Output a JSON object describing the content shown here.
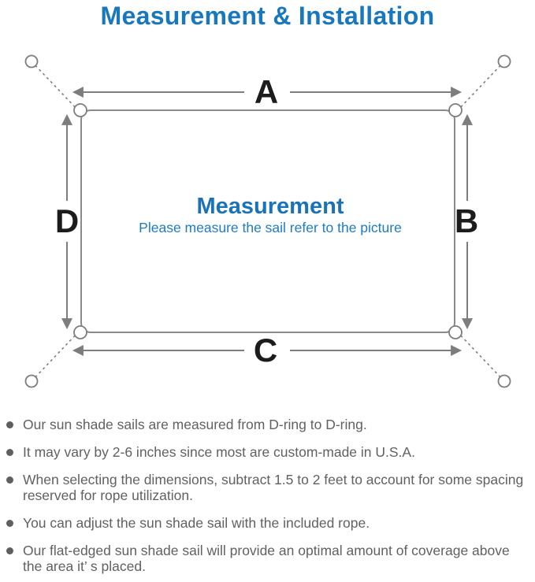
{
  "title": "Measurement & Installation",
  "diagram": {
    "dimension_labels": {
      "top": "A",
      "right": "B",
      "bottom": "C",
      "left": "D"
    },
    "center_title": "Measurement",
    "center_subtitle": "Please measure the sail refer to the picture",
    "icons": [
      "anchor-point-icon",
      "d-ring-icon",
      "rope-dashed-line",
      "dimension-arrow"
    ],
    "colors": {
      "accent_blue": "#1877bd",
      "center_text_blue": "#1a73b8",
      "line_gray": "#7d7d7d",
      "label_black": "#1c1c1c",
      "note_gray": "#616161"
    }
  },
  "notes": {
    "items": [
      "Our sun shade sails are measured from D-ring to D-ring.",
      "It may vary by 2-6 inches since most are custom-made in U.S.A.",
      "When selecting the dimensions, subtract 1.5 to 2 feet to account for some spacing reserved for rope utilization.",
      "You can adjust the sun shade sail with the included rope.",
      "Our flat-edged sun shade sail will provide an optimal amount of coverage above the area it’ s placed."
    ]
  }
}
